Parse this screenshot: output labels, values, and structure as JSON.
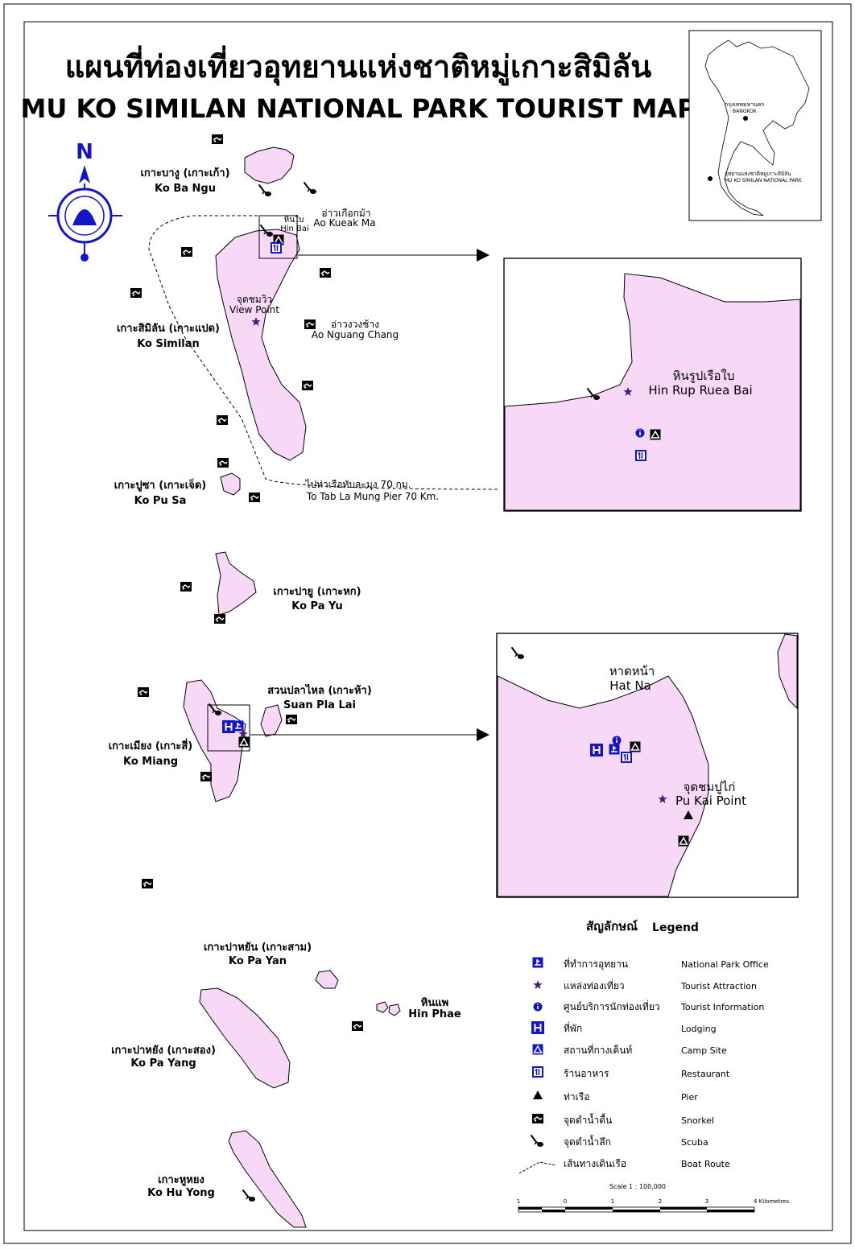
{
  "title_th": "แผนที่ท่องเที่ยวอุทยานแห่งชาติหมู่เกาะสิมิลัน",
  "title_en": "MU KO SIMILAN NATIONAL PARK TOURIST MAP",
  "compass_letter": "N",
  "locator": {
    "bangkok_th": "กรุงเทพมหานคร",
    "bangkok_en": "BANGKOK",
    "park_th": "อุทยานแห่งชาติหมู่เกาะสิมิลัน",
    "park_en": "MU KO SIMILAN NATIONAL PARK"
  },
  "islands": {
    "ba_ngu_th": "เกาะบางู (เกาะเก้า)",
    "ba_ngu_en": "Ko Ba Ngu",
    "similan_th": "เกาะสิมิลัน (เกาะแปด)",
    "similan_en": "Ko Similan",
    "pu_sa_th": "เกาะปูซา (เกาะเจ็ด)",
    "pu_sa_en": "Ko Pu Sa",
    "pa_yu_th": "เกาะปายู (เกาะหก)",
    "pa_yu_en": "Ko Pa Yu",
    "suan_pla_lai_th": "สวนปลาไหล (เกาะห้า)",
    "suan_pla_lai_en": "Suan Pla Lai",
    "miang_th": "เกาะเมียง (เกาะสี่)",
    "miang_en": "Ko Miang",
    "pa_yan_th": "เกาะปาหยัน (เกาะสาม)",
    "pa_yan_en": "Ko Pa Yan",
    "hin_phae_th": "หินแพ",
    "hin_phae_en": "Hin Phae",
    "pa_yang_th": "เกาะปาหยัง (เกาะสอง)",
    "pa_yang_en": "Ko Pa Yang",
    "hu_yong_th": "เกาะหูหยง",
    "hu_yong_en": "Ko Hu Yong"
  },
  "places": {
    "ao_kueak_ma_th": "อ่าวเกือกม้า",
    "ao_kueak_ma_en": "Ao Kueak Ma",
    "hin_bai_th": "หินใบ",
    "hin_bai_en": "Hin Bai",
    "view_point_th": "จุดชมวิว",
    "view_point_en": "View Point",
    "ao_nguang_chang_th": "อ่าวงวงช้าง",
    "ao_nguang_chang_en": "Ao Nguang Chang",
    "route_th": "ไปท่าเรือทับละมุง 70 กม.",
    "route_en": "To Tab La Mung Pier 70 Km.",
    "hin_rup_ruea_bai_th": "หินรูปเรือใบ",
    "hin_rup_ruea_bai_en": "Hin Rup Ruea Bai",
    "hat_na_th": "หาดหน้า",
    "hat_na_en": "Hat Na",
    "pu_kai_th": "จุดชมปูไก่",
    "pu_kai_en": "Pu Kai Point"
  },
  "legend": {
    "title_th": "สัญลักษณ์",
    "title_en": "Legend",
    "items": [
      {
        "icon": "park-office-icon",
        "th": "ที่ทำการอุทยาน",
        "en": "National Park Office"
      },
      {
        "icon": "tourist-attraction-icon",
        "th": "แหล่งท่องเที่ยว",
        "en": "Tourist Attraction"
      },
      {
        "icon": "tourist-information-icon",
        "th": "ศูนย์บริการนักท่องเที่ยว",
        "en": "Tourist Information"
      },
      {
        "icon": "lodging-icon",
        "th": "ที่พัก",
        "en": "Lodging"
      },
      {
        "icon": "camp-site-icon",
        "th": "สถานที่กางเต็นท์",
        "en": "Camp Site"
      },
      {
        "icon": "restaurant-icon",
        "th": "ร้านอาหาร",
        "en": "Restaurant"
      },
      {
        "icon": "pier-icon",
        "th": "ท่าเรือ",
        "en": "Pier"
      },
      {
        "icon": "snorkel-icon",
        "th": "จุดดำน้ำตื้น",
        "en": "Snorkel"
      },
      {
        "icon": "scuba-icon",
        "th": "จุดดำน้ำลึก",
        "en": "Scuba"
      },
      {
        "icon": "boat-route-icon",
        "th": "เส้นทางเดินเรือ",
        "en": "Boat Route"
      }
    ]
  },
  "scale": {
    "label": "Scale 1 : 100,000",
    "ticks": [
      "1",
      "0",
      "1",
      "2",
      "3",
      "4 Kilometres"
    ]
  },
  "colors": {
    "island_fill": "#f7d9f7",
    "icon_blue": "#1414c8",
    "star_purple": "#4b1a7a"
  }
}
